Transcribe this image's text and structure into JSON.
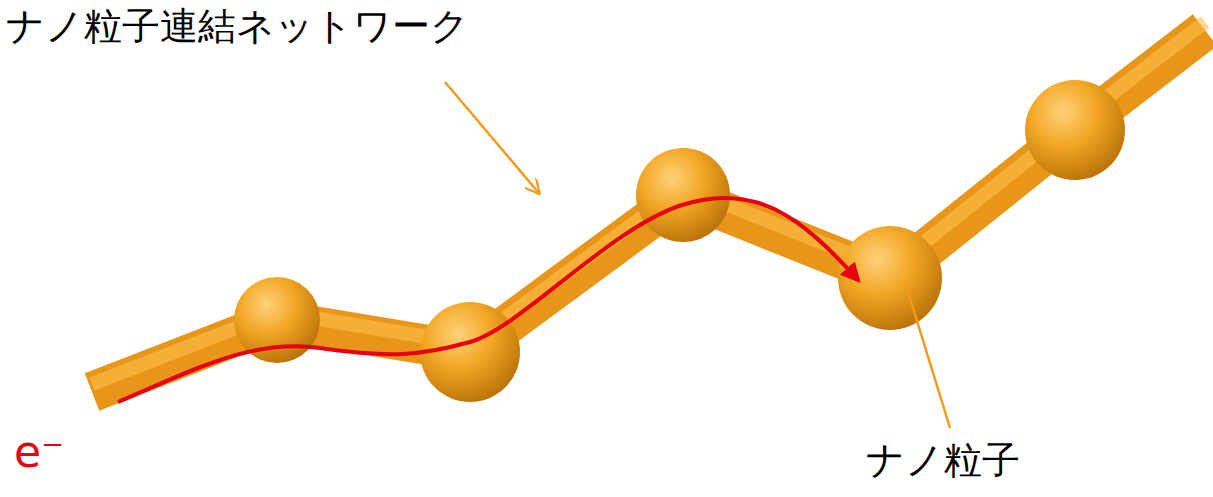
{
  "diagram": {
    "labels": [
      "ナノ粒子連結ネットワーク",
      "e⁻",
      "ナノ粒子"
    ]
  }
}
